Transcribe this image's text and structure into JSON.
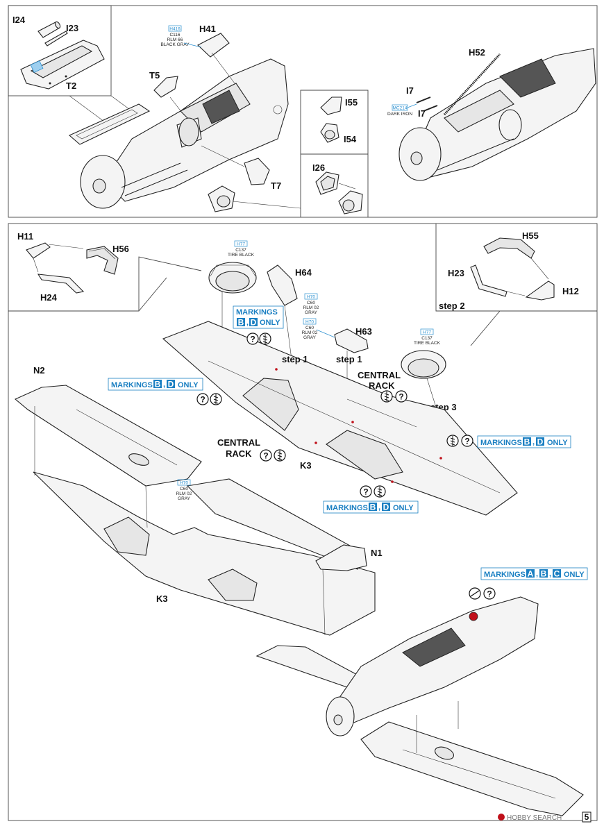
{
  "section_top": {
    "parts": {
      "i24": "I24",
      "i23": "I23",
      "t2": "T2",
      "h41": "H41",
      "t5": "T5",
      "t7": "T7",
      "i55": "I55",
      "i54": "I54",
      "i26": "I26",
      "h52": "H52",
      "i7a": "I7",
      "i7b": "I7"
    },
    "callout_h41": {
      "code": "H416",
      "line1": "C116",
      "line2": "RLM 66",
      "line3": "BLACK GRAY"
    },
    "callout_i7": {
      "code": "MC214",
      "line1": "DARK IRON"
    }
  },
  "section_bottom": {
    "parts": {
      "h11": "H11",
      "h56": "H56",
      "h24": "H24",
      "h64": "H64",
      "h63": "H63",
      "h55": "H55",
      "h23": "H23",
      "h12": "H12",
      "n2": "N2",
      "n1": "N1",
      "k3a": "K3",
      "k3b": "K3"
    },
    "steps": {
      "s1a": "step 1",
      "s1b": "step 1",
      "s2": "step 2",
      "s3": "step 3"
    },
    "central_rack": {
      "r1a": "CENTRAL",
      "r1b": "RACK",
      "r2a": "CENTRAL",
      "r2b": "RACK"
    },
    "callout_h77a": {
      "code": "H77",
      "line1": "C137",
      "line2": "TIRE BLACK"
    },
    "callout_h77b": {
      "code": "H77",
      "line1": "C137",
      "line2": "TIRE BLACK"
    },
    "callout_h70a": {
      "code": "H70",
      "line1": "C60",
      "line2": "RLM 02",
      "line3": "GRAY"
    },
    "callout_h70b": {
      "code": "H70",
      "line1": "C60",
      "line2": "RLM 02",
      "line3": "GRAY"
    },
    "callout_h70c": {
      "code": "H70",
      "line1": "C60",
      "line2": "RLM 02",
      "line3": "GRAY"
    },
    "markings_word": "MARKINGS",
    "markings_sep": ",",
    "markings_only": "ONLY",
    "letters": {
      "b": "B",
      "d": "D",
      "a": "A",
      "c": "C"
    },
    "question": "?"
  },
  "footer": {
    "watermark": "HOBBY SEARCH",
    "page_number": "5"
  }
}
